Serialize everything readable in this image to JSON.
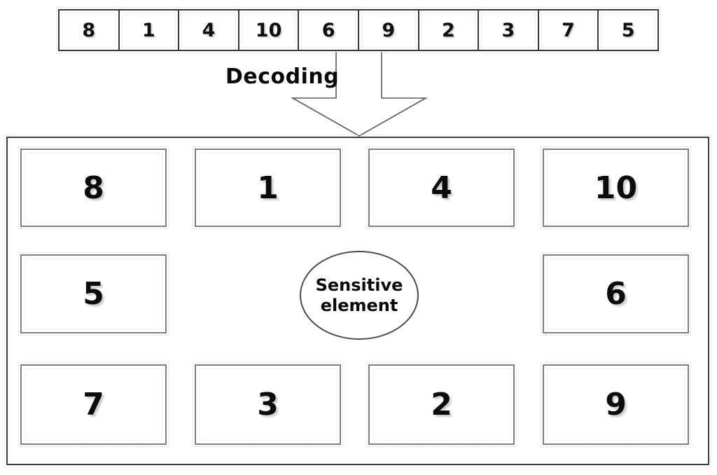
{
  "encoded_sequence": [
    "8",
    "1",
    "4",
    "10",
    "6",
    "9",
    "2",
    "3",
    "7",
    "5"
  ],
  "arrow_label": "Decoding",
  "sensor": {
    "line1": "Sensitive",
    "line2": "element"
  },
  "grid": {
    "row1": [
      "8",
      "1",
      "4",
      "10"
    ],
    "row2": [
      "5",
      "6"
    ],
    "row3": [
      "7",
      "3",
      "2",
      "9"
    ]
  },
  "colors": {
    "background": "#ffffff",
    "array_border": "#383838",
    "panel_border": "#3d3d3d",
    "box_border": "#7f7f7f",
    "ellipse_border": "#4a4a4a",
    "arrow_stroke": "#5a5a5a",
    "text": "#0a0a0a",
    "digit_shadow": "#cfcfcf",
    "dotted_artifact": "#dcdcdc"
  }
}
